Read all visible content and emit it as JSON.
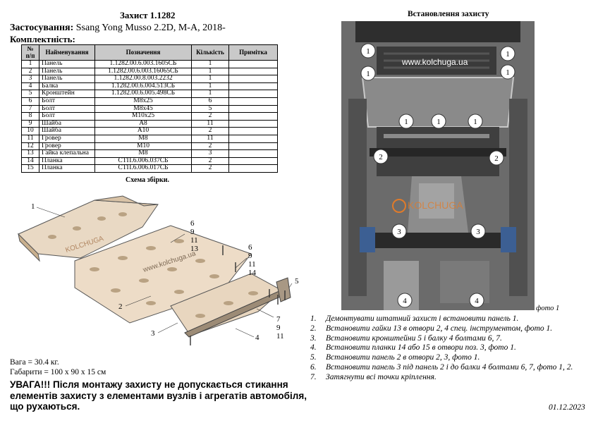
{
  "header": {
    "title": "Захист 1.1282",
    "usage_label": "Застосування:",
    "usage_value": "Ssang Yong Musso 2.2D, M-A, 2018-",
    "kit_label": "Комплектність:"
  },
  "table": {
    "headers": [
      "№ п/п",
      "Найменування",
      "Позначення",
      "Кількість",
      "Примітка"
    ],
    "rows": [
      [
        "1",
        "Панель",
        "1.1282.00.6.003.1605СБ",
        "1",
        ""
      ],
      [
        "2",
        "Панель",
        "1.1282.00.6.003.16065СБ",
        "1",
        ""
      ],
      [
        "3",
        "Панель",
        "1.1282.00.8.003.2232",
        "1",
        ""
      ],
      [
        "4",
        "Балка",
        "1.1282.00.6.004.513СБ",
        "1",
        ""
      ],
      [
        "5",
        "Кронштейн",
        "1.1282.00.6.005.498СБ",
        "1",
        ""
      ],
      [
        "6",
        "Болт",
        "M8x25",
        "6",
        ""
      ],
      [
        "7",
        "Болт",
        "M8x45",
        "5",
        ""
      ],
      [
        "8",
        "Болт",
        "M10x25",
        "2",
        ""
      ],
      [
        "9",
        "Шайба",
        "A8",
        "11",
        ""
      ],
      [
        "10",
        "Шайба",
        "A10",
        "2",
        ""
      ],
      [
        "11",
        "Гровер",
        "M8",
        "11",
        ""
      ],
      [
        "12",
        "Гровер",
        "M10",
        "2",
        ""
      ],
      [
        "13",
        "Гайка клепальна",
        "M8",
        "3",
        ""
      ],
      [
        "14",
        "Планка",
        "СТП.6.006.037СБ",
        "2",
        ""
      ],
      [
        "15",
        "Планка",
        "СТП.6.006.017СБ",
        "2",
        ""
      ]
    ],
    "caption": "Схема збірки."
  },
  "assembly": {
    "watermark": "www.kolchuga.ua",
    "brand": "KOLCHUGA",
    "callouts": {
      "c1": "1",
      "c2": "2",
      "c3": "3",
      "c4": "4",
      "c5": "5",
      "g1_a": "6",
      "g1_b": "9",
      "g1_c": "11",
      "g1_d": "13",
      "g2_a": "6",
      "g2_b": "9",
      "g2_c": "11",
      "g2_d": "14",
      "g3_a": "7",
      "g3_b": "9",
      "g3_c": "11"
    }
  },
  "specs": {
    "weight": "Вага = 30.4 кг.",
    "dims": "Габарити = 100 х 90 х 15 см"
  },
  "warning": "УВАГА!!! Після монтажу захисту не допускається стикання елементів захисту з елементами вузлів і агрегатів автомобіля, що рухаються.",
  "install": {
    "title": "Встановлення захисту",
    "watermark": "www.kolchuga.ua",
    "brand": "KOLCHUGA",
    "photo_caption": "фото 1",
    "markers": {
      "m1": "1",
      "m2": "1",
      "m3": "1",
      "m4": "1",
      "m5": "1",
      "m6": "1",
      "m7": "1",
      "m8": "2",
      "m9": "2",
      "m10": "3",
      "m11": "3",
      "m12": "4",
      "m13": "4"
    }
  },
  "steps": [
    {
      "n": "1.",
      "text": "Демонтувати штатний захист і встановити панель 1."
    },
    {
      "n": "2.",
      "text": "Встановити гайки 13 в отвори 2, 4 спец. інструментом, фото 1."
    },
    {
      "n": "3.",
      "text": "Встановити кронштейни 5 і балку 4 болтами 6, 7."
    },
    {
      "n": "4.",
      "text": "Встановити планки 14 або 15 в отвори поз. 3, фото 1."
    },
    {
      "n": "5.",
      "text": "Встановити панель 2 в отвори 2, 3, фото 1."
    },
    {
      "n": "6.",
      "text": "Встановити панель 3 під панель 2 і до балки 4 болтами 6, 7, фото 1, 2."
    },
    {
      "n": "7.",
      "text": "Затягнути всі точки кріплення."
    }
  ],
  "date": "01.12.2023"
}
